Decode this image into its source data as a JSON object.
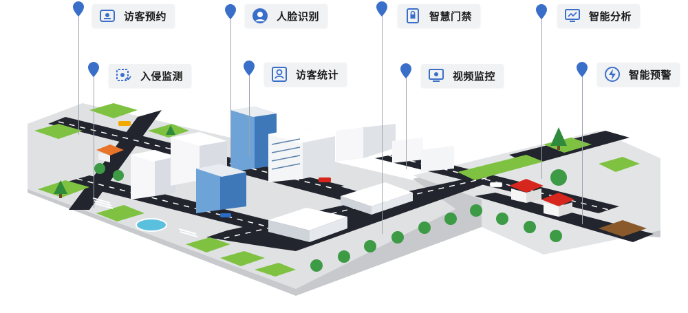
{
  "colors": {
    "pin": "#3a6fc9",
    "label_bg": "#f1f2f4",
    "road": "#23252e",
    "grass": "#7fc241",
    "ground": "#d9dbde"
  },
  "features": [
    {
      "id": "visitor-booking",
      "label": "访客预约",
      "icon": "id-card-icon"
    },
    {
      "id": "face-recognition",
      "label": "人脸识别",
      "icon": "face-scan-icon"
    },
    {
      "id": "smart-access",
      "label": "智慧门禁",
      "icon": "door-lock-icon"
    },
    {
      "id": "smart-analysis",
      "label": "智能分析",
      "icon": "monitor-chart-icon"
    },
    {
      "id": "intrusion-detect",
      "label": "入侵监测",
      "icon": "sensor-icon"
    },
    {
      "id": "visitor-stats",
      "label": "访客统计",
      "icon": "person-frame-icon"
    },
    {
      "id": "video-monitor",
      "label": "视频监控",
      "icon": "monitor-eye-icon"
    },
    {
      "id": "smart-warning",
      "label": "智能预警",
      "icon": "lightning-circle-icon"
    }
  ]
}
